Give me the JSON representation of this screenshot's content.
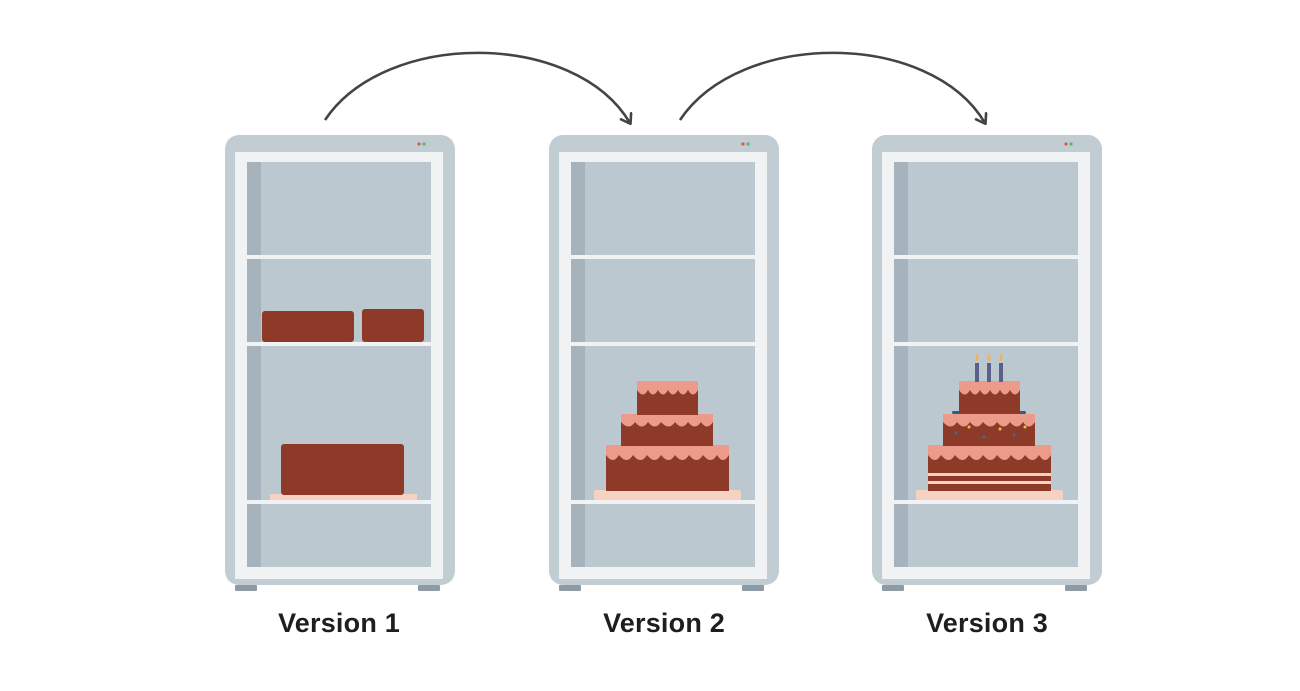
{
  "versions": [
    {
      "label": "Version 1",
      "content": "cake-blocks"
    },
    {
      "label": "Version 2",
      "content": "tiered-cake"
    },
    {
      "label": "Version 3",
      "content": "tiered-cake-with-candles"
    }
  ],
  "transitions": [
    {
      "from": "Version 1",
      "to": "Version 2"
    },
    {
      "from": "Version 2",
      "to": "Version 3"
    }
  ],
  "colors": {
    "fridge_body": "#c2ccd3",
    "fridge_frame": "#f1f2f3",
    "fridge_interior": "#bcc8d0",
    "fridge_side_shade": "#a6b3bc",
    "shelf": "#f1f2f3",
    "cake_chocolate": "#8e3a28",
    "cake_icing": "#ec9a8a",
    "cake_plate": "#f6d2c2",
    "arrow": "#444444",
    "caption_text": "#1e1e1e"
  }
}
